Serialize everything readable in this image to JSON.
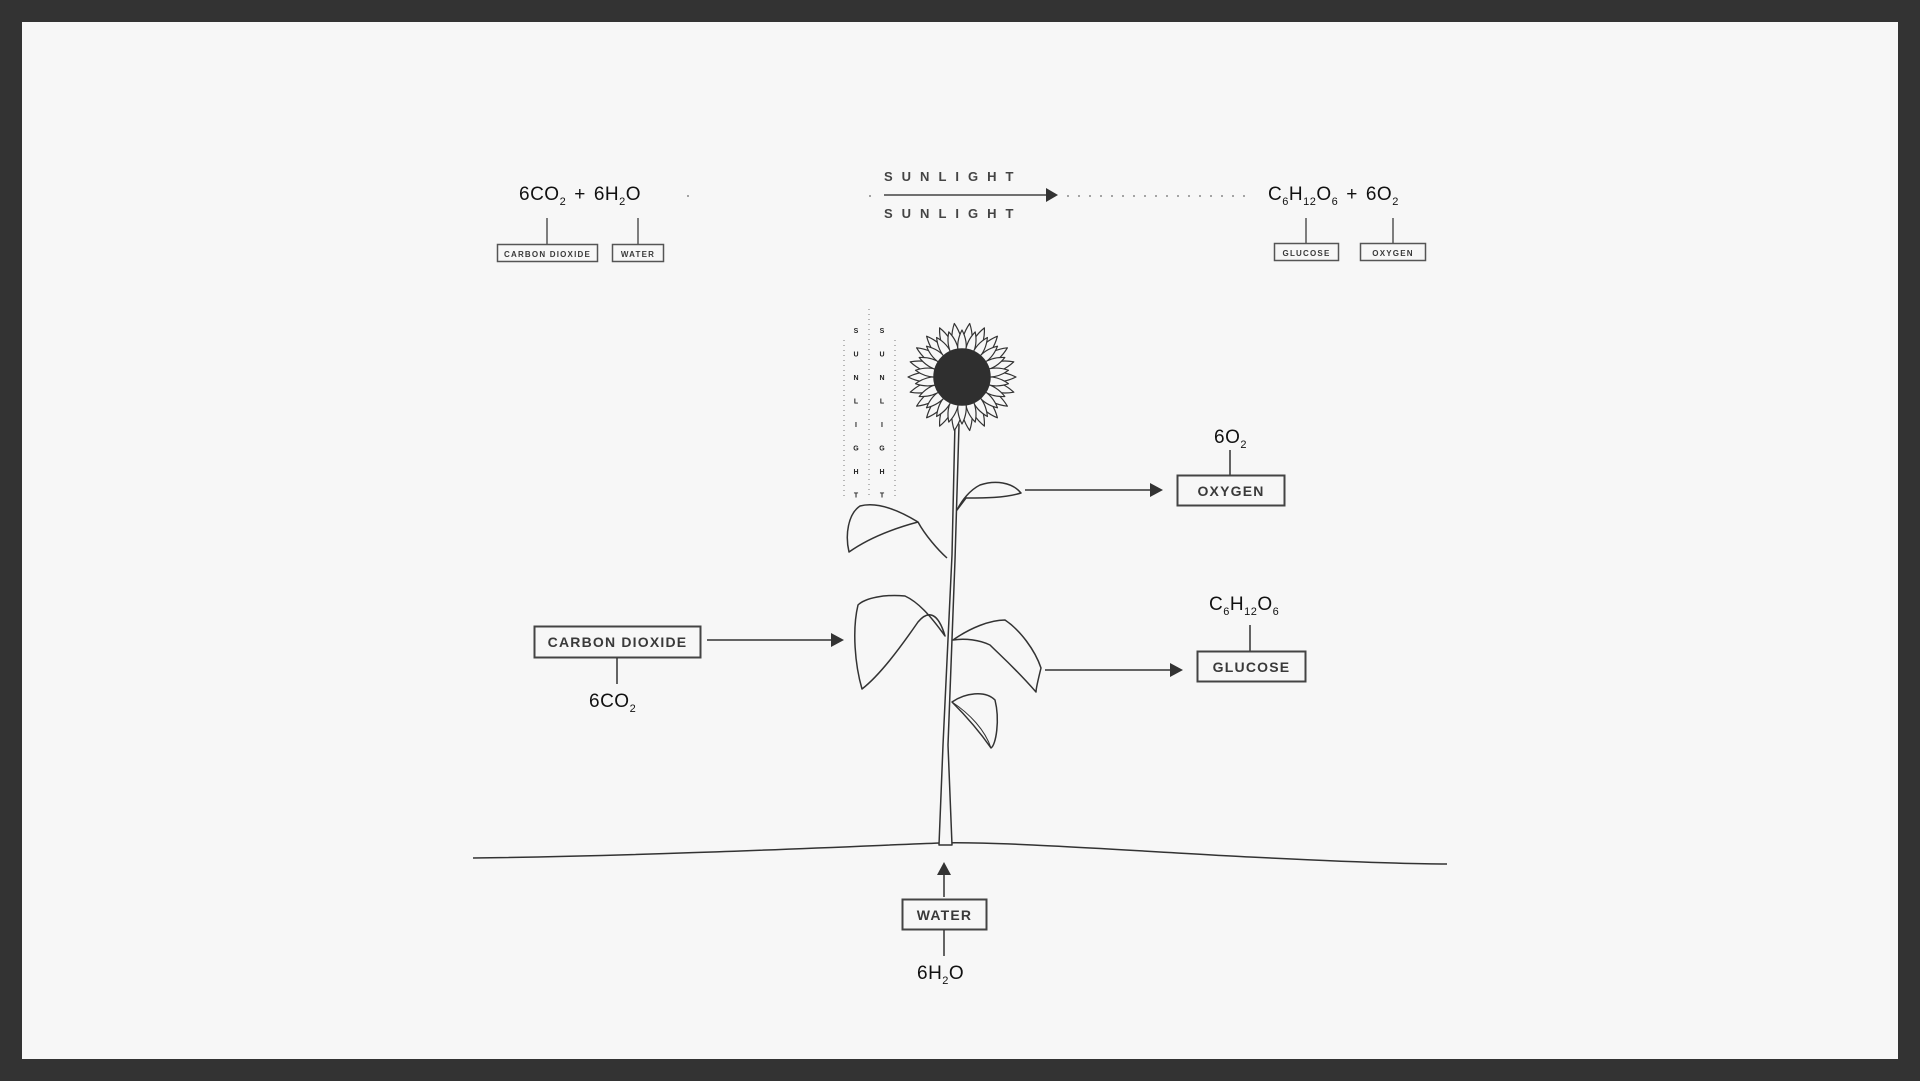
{
  "equation": {
    "reactants": {
      "co2_coef": "6CO",
      "co2_sub": "2",
      "plus": "+",
      "h2o_a": "6H",
      "h2o_sub": "2",
      "h2o_b": "O"
    },
    "products": {
      "c": "C",
      "c_sub": "6",
      "h": "H",
      "h_sub": "12",
      "o": "O",
      "o_sub": "6",
      "plus": "+",
      "o2": "6O",
      "o2_sub": "2"
    },
    "sunlight_top": "SUNLIGHT",
    "sunlight_bottom": "SUNLIGHT",
    "labels": {
      "carbon_dioxide": "CARBON DIOXIDE",
      "water": "WATER",
      "glucose": "GLUCOSE",
      "oxygen": "OXYGEN"
    }
  },
  "vertical_sunlight": [
    "S",
    "U",
    "N",
    "L",
    "I",
    "G",
    "H",
    "T"
  ],
  "plant_labels": {
    "oxygen": {
      "label": "OXYGEN",
      "formula": "6O",
      "formula_sub": "2"
    },
    "glucose": {
      "label": "GLUCOSE",
      "c": "C",
      "c_sub": "6",
      "h": "H",
      "h_sub": "12",
      "o": "O",
      "o_sub": "6"
    },
    "carbon_dioxide": {
      "label": "CARBON DIOXIDE",
      "formula": "6CO",
      "formula_sub": "2"
    },
    "water": {
      "label": "WATER",
      "formula_a": "6H",
      "formula_sub": "2",
      "formula_b": "O"
    }
  },
  "colors": {
    "frame": "#333333",
    "background": "#f7f7f7",
    "ink": "#333333",
    "flower_center": "#2f2f2f"
  }
}
